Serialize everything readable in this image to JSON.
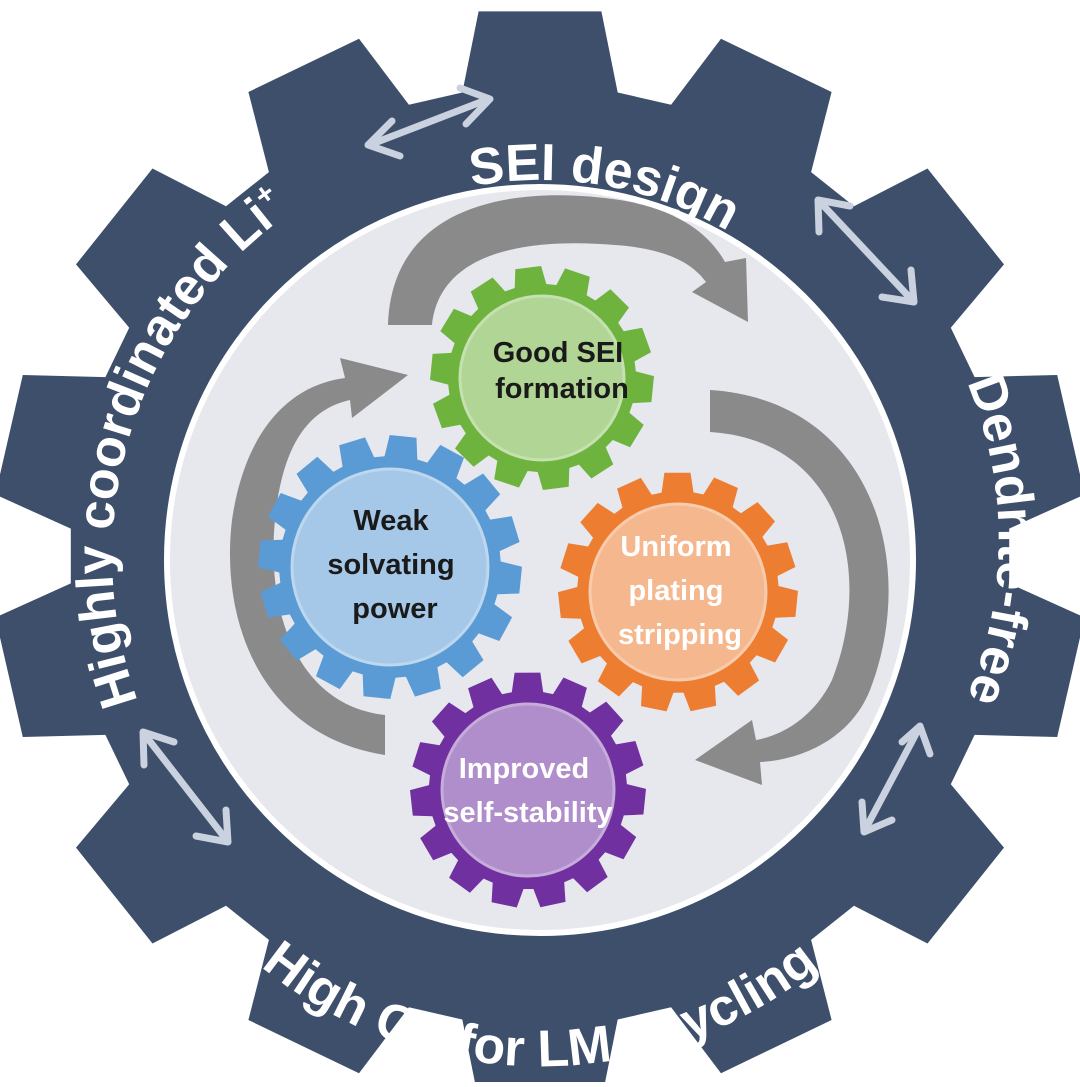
{
  "outer_labels": {
    "top": "SEI design",
    "right": "Dendrite-free",
    "bottom": "High CE for LMA cycling",
    "left": "Highly coordinated Li",
    "left_superscript": "+"
  },
  "gears": {
    "green": {
      "lines": [
        "Good SEI",
        "formation"
      ],
      "color": "#6fb33f",
      "text_color": "#1a1a1a"
    },
    "blue": {
      "lines": [
        "Weak",
        "solvating",
        "power"
      ],
      "color": "#5b9bd5",
      "text_color": "#1a1a1a"
    },
    "orange": {
      "lines": [
        "Uniform",
        "plating",
        "stripping"
      ],
      "color": "#ed7d31",
      "text_color": "#ffffff"
    },
    "purple": {
      "lines": [
        "Improved",
        "self-stability"
      ],
      "color": "#7030a0",
      "text_color": "#ffffff"
    }
  },
  "colors": {
    "outer_gear": "#3d4f6b",
    "inner_disk": "#e6e8ee",
    "cycle_arrows": "#8a8a8a",
    "double_arrows": "#c9d2de"
  }
}
